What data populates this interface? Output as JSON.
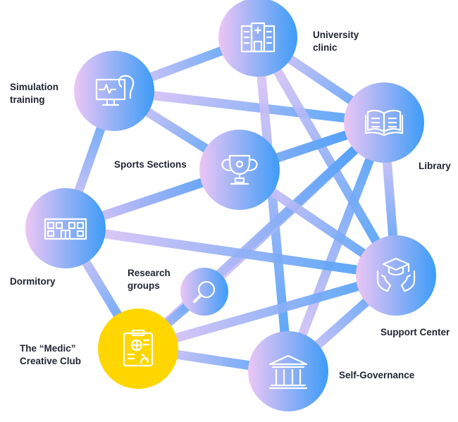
{
  "nodes": [
    {
      "id": "clinic",
      "label": [
        "University",
        "clinic"
      ],
      "icon": "hospital-icon"
    },
    {
      "id": "sim",
      "label": [
        "Simulation",
        "training"
      ],
      "icon": "monitor-doctor-icon"
    },
    {
      "id": "library",
      "label": [
        "Library"
      ],
      "icon": "open-book-icon"
    },
    {
      "id": "sports",
      "label": [
        "Sports Sections"
      ],
      "icon": "trophy-icon"
    },
    {
      "id": "dorm",
      "label": [
        "Dormitory"
      ],
      "icon": "building-icon"
    },
    {
      "id": "research",
      "label": [
        "Research",
        "groups"
      ],
      "icon": "magnifier-icon"
    },
    {
      "id": "support",
      "label": [
        "Support Center"
      ],
      "icon": "hands-graduation-cap-icon"
    },
    {
      "id": "medic",
      "label": [
        "The “Medic”",
        "Creative Club"
      ],
      "icon": "clipboard-icon",
      "highlight": true
    },
    {
      "id": "selfgov",
      "label": [
        "Self-Governance"
      ],
      "icon": "institution-icon"
    }
  ],
  "edges": [
    [
      "sim",
      "clinic"
    ],
    [
      "sim",
      "library"
    ],
    [
      "sim",
      "sports"
    ],
    [
      "sim",
      "dorm"
    ],
    [
      "clinic",
      "library"
    ],
    [
      "clinic",
      "support"
    ],
    [
      "clinic",
      "selfgov"
    ],
    [
      "library",
      "sports"
    ],
    [
      "library",
      "support"
    ],
    [
      "library",
      "dorm"
    ],
    [
      "library",
      "research"
    ],
    [
      "library",
      "medic"
    ],
    [
      "library",
      "selfgov"
    ],
    [
      "sports",
      "dorm"
    ],
    [
      "sports",
      "support"
    ],
    [
      "dorm",
      "support"
    ],
    [
      "dorm",
      "medic"
    ],
    [
      "research",
      "medic"
    ],
    [
      "support",
      "medic"
    ],
    [
      "support",
      "selfgov"
    ],
    [
      "medic",
      "selfgov"
    ]
  ],
  "colors": {
    "grad_pink": "#ecc6f5",
    "grad_blue": "#3d9cf7",
    "highlight": "#ffd600",
    "text": "#1f2432"
  }
}
